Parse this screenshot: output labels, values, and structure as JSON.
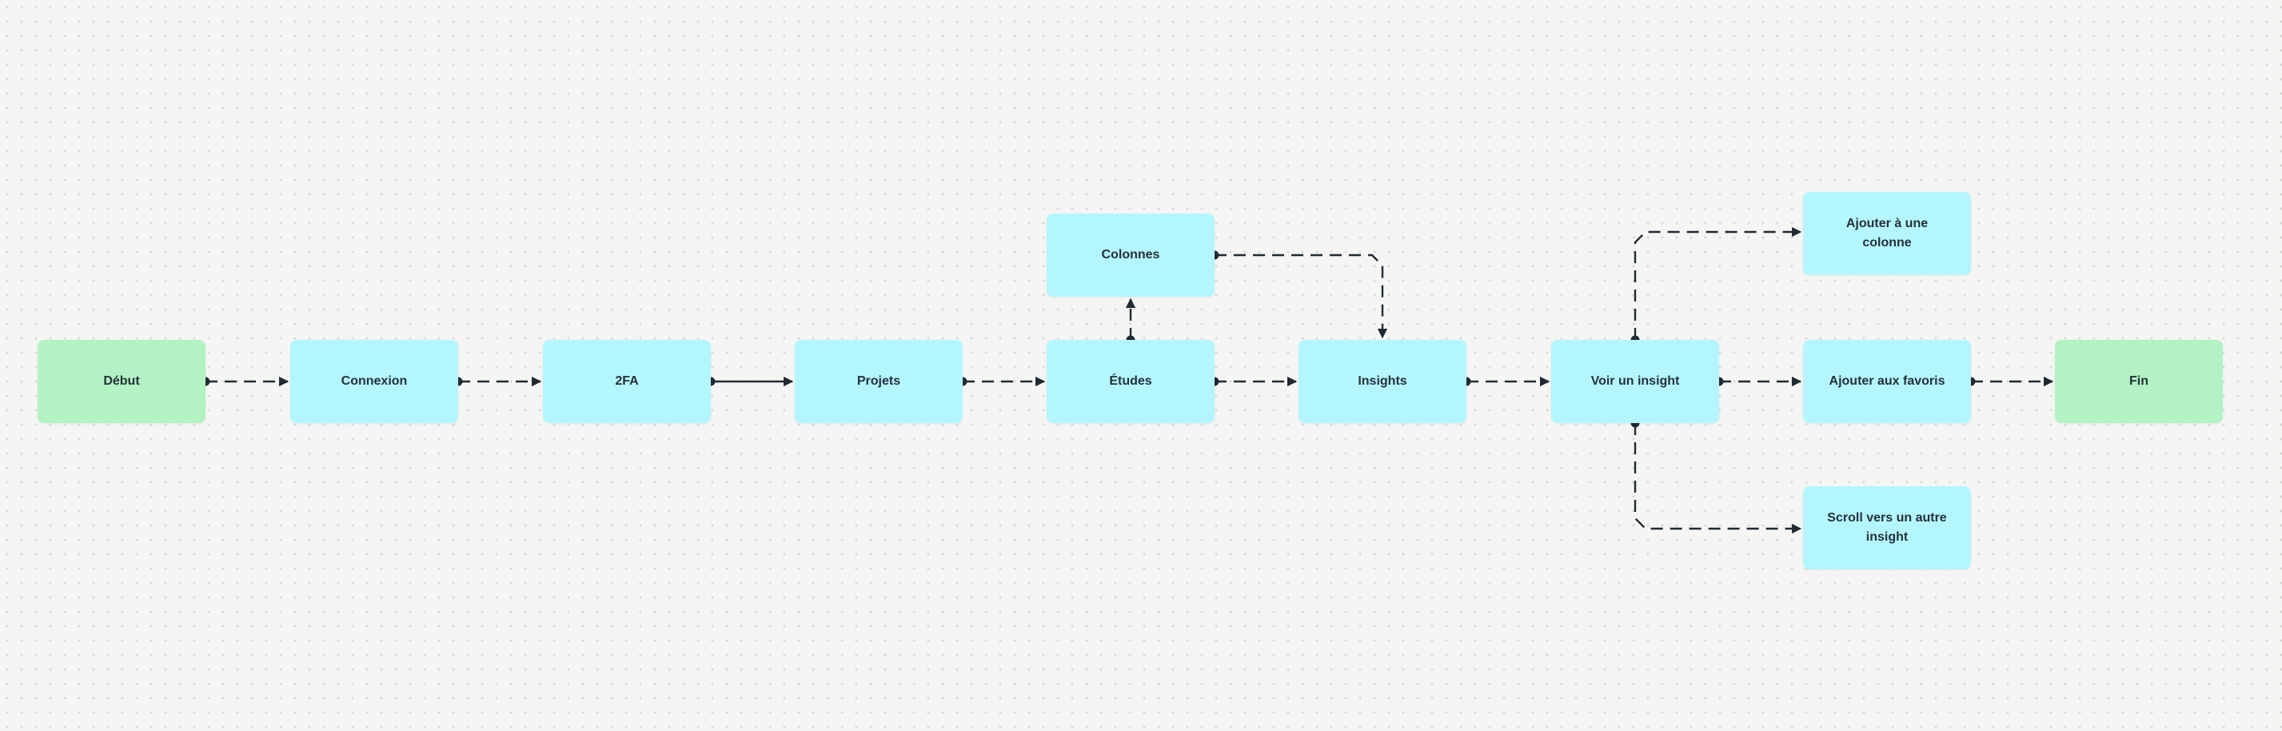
{
  "colors": {
    "terminal": "#b2f2c3",
    "step": "#b4f6ff",
    "edge": "#1f2a33"
  },
  "nodes": {
    "start": "Début",
    "login": "Connexion",
    "twofa": "2FA",
    "projects": "Projets",
    "studies": "Études",
    "columns": "Colonnes",
    "insights": "Insights",
    "view_insight": "Voir un insight",
    "add_to_column": "Ajouter à une colonne",
    "add_to_favorites": "Ajouter aux favoris",
    "scroll_to_other": "Scroll vers un autre insight",
    "end": "Fin"
  },
  "edges": [
    {
      "from": "start",
      "to": "login",
      "style": "dashed"
    },
    {
      "from": "login",
      "to": "twofa",
      "style": "dashed"
    },
    {
      "from": "twofa",
      "to": "projects",
      "style": "solid"
    },
    {
      "from": "projects",
      "to": "studies",
      "style": "dashed"
    },
    {
      "from": "studies",
      "to": "columns",
      "style": "dashed"
    },
    {
      "from": "studies",
      "to": "insights",
      "style": "dashed"
    },
    {
      "from": "columns",
      "to": "insights",
      "style": "dashed"
    },
    {
      "from": "insights",
      "to": "view_insight",
      "style": "dashed"
    },
    {
      "from": "view_insight",
      "to": "add_to_column",
      "style": "dashed"
    },
    {
      "from": "view_insight",
      "to": "add_to_favorites",
      "style": "dashed"
    },
    {
      "from": "view_insight",
      "to": "scroll_to_other",
      "style": "dashed"
    },
    {
      "from": "add_to_favorites",
      "to": "end",
      "style": "dashed"
    }
  ]
}
